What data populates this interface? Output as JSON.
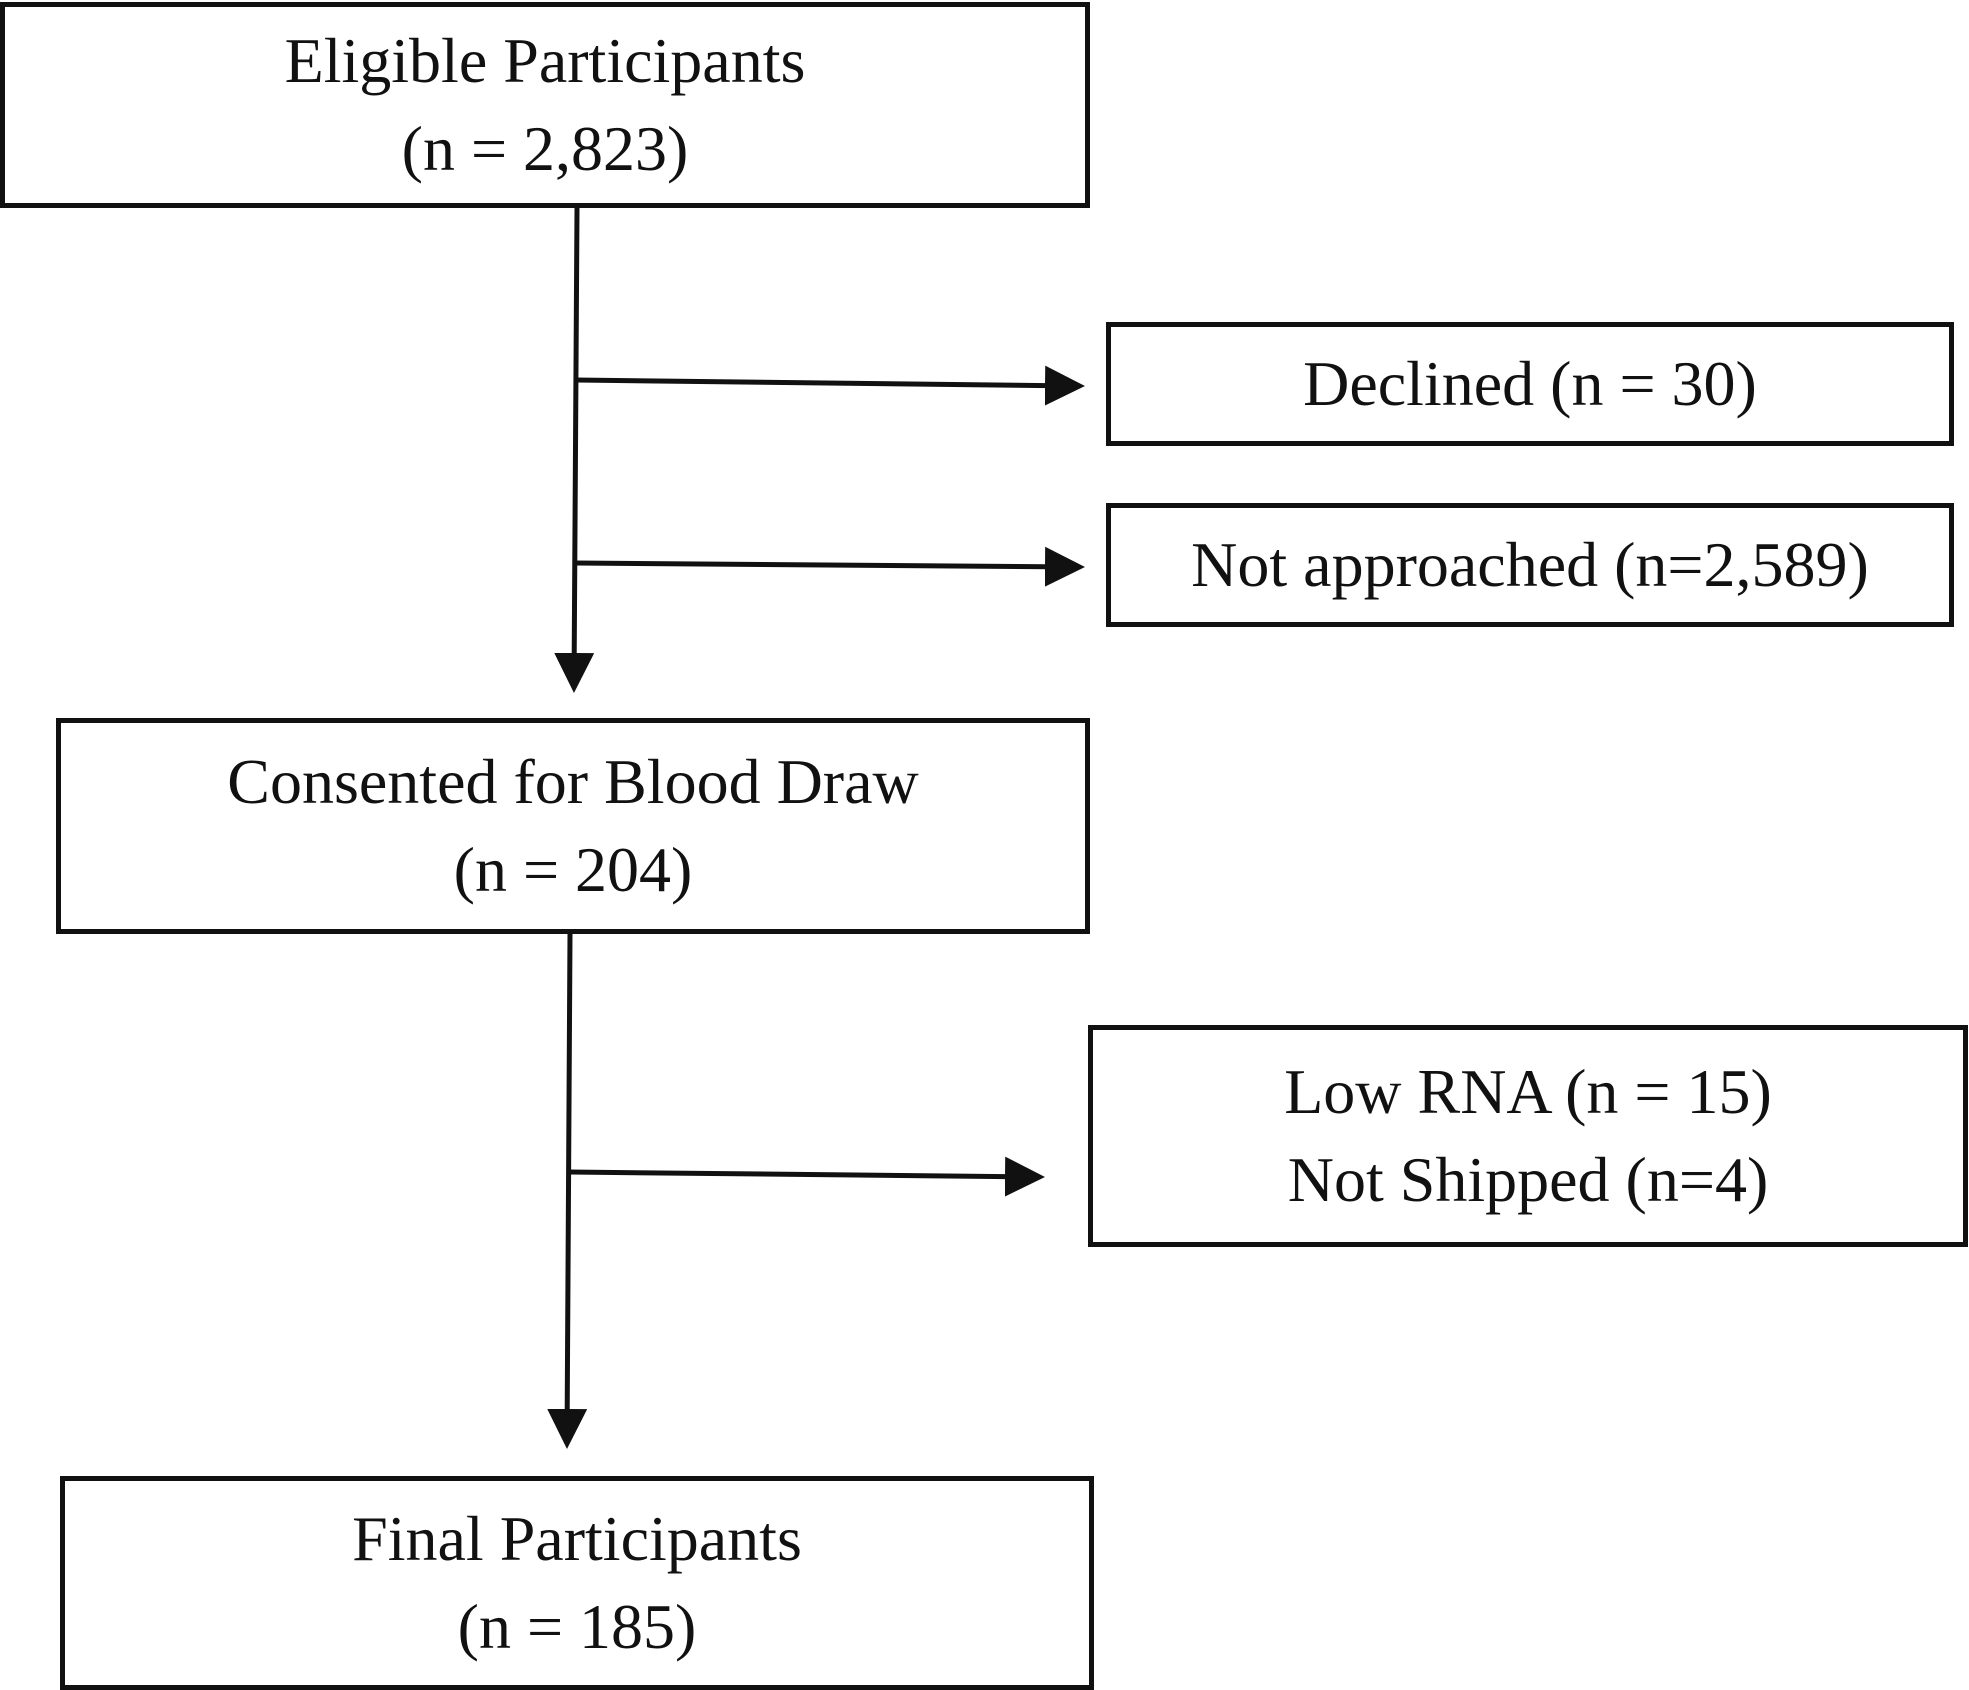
{
  "nodes": {
    "eligible": {
      "line1": "Eligible Participants",
      "line2": "(n = 2,823)"
    },
    "declined": {
      "line1": "Declined (n = 30)"
    },
    "not_approached": {
      "line1": "Not approached (n=2,589)"
    },
    "consented": {
      "line1": "Consented for Blood Draw",
      "line2": "(n = 204)"
    },
    "excluded": {
      "line1": "Low RNA (n = 15)",
      "line2": "Not Shipped (n=4)"
    },
    "final": {
      "line1": "Final Participants",
      "line2": "(n = 185)"
    }
  },
  "colors": {
    "stroke": "#111111",
    "background": "#ffffff"
  }
}
